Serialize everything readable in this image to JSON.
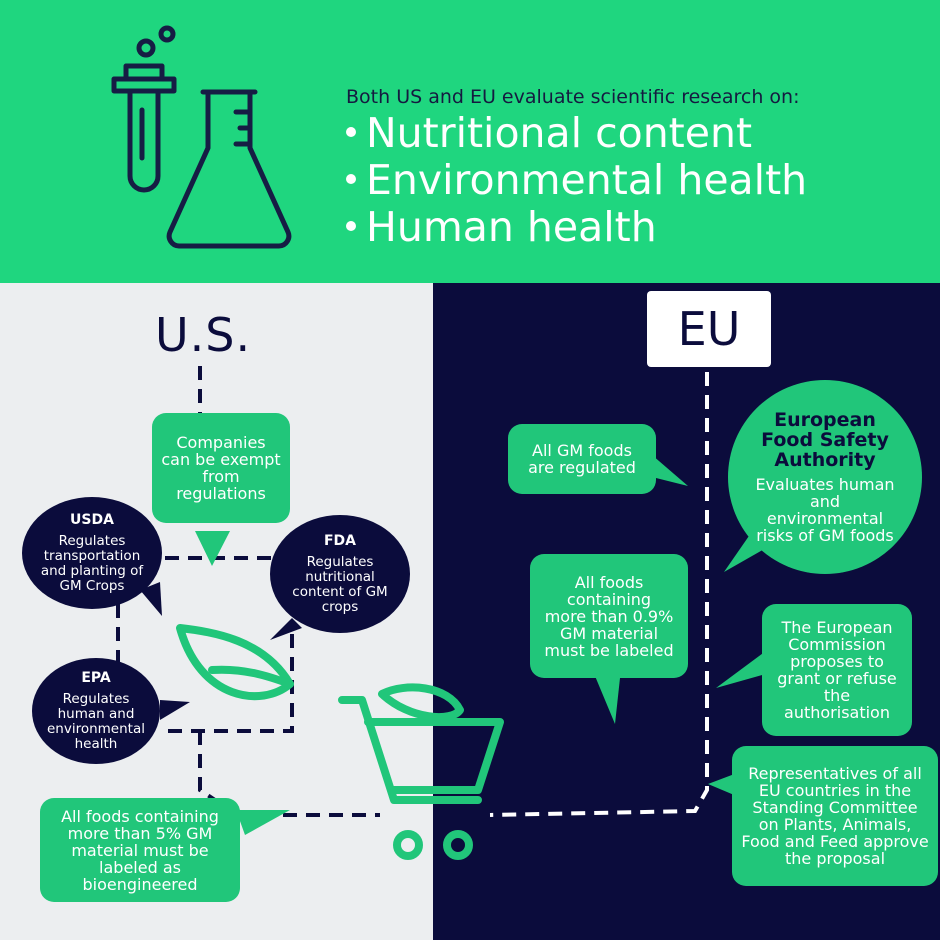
{
  "header": {
    "intro": "Both US and EU evaluate scientific research on:",
    "criteria": [
      "Nutritional content",
      "Environmental health",
      "Human health"
    ]
  },
  "us": {
    "title": "U.S.",
    "exempt": "Companies can be exempt from regulations",
    "usda": {
      "name": "USDA",
      "text": "Regulates transportation and planting of GM Crops"
    },
    "fda": {
      "name": "FDA",
      "text": "Regulates nutritional content of GM crops"
    },
    "epa": {
      "name": "EPA",
      "text": "Regulates human and environmental health"
    },
    "labeling": "All foods containing more than 5% GM material must be labeled as bioengineered"
  },
  "eu": {
    "title": "EU",
    "all_regulated": "All GM foods are regulated",
    "efsa": {
      "name": "European Food Safety Authority",
      "text": "Evaluates human and environmental risks of GM foods"
    },
    "labeling": "All foods containing more than 0.9% GM material must be labeled",
    "commission": "The European Commission proposes to grant or refuse the authorisation",
    "committee": "Representatives of all EU countries in the Standing Committee on Plants, Animals, Food and Feed approve the proposal"
  },
  "colors": {
    "green": "#1fd67f",
    "bubble_green": "#21c67a",
    "navy": "#0b0c3c",
    "light_gray": "#eceef0",
    "white": "#ffffff"
  },
  "icons": [
    "test-tube-icon",
    "flask-icon",
    "leaf-icon",
    "shopping-cart-icon"
  ]
}
